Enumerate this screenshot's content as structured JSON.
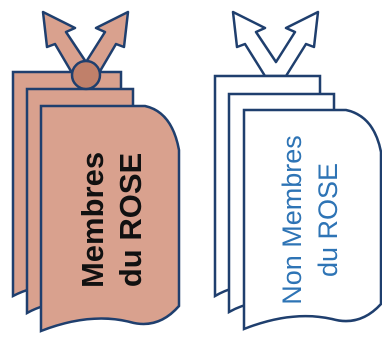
{
  "colors": {
    "outline": "#1f3f6e",
    "member_fill": "#d9a18e",
    "member_text": "#111111",
    "member_circle": "#c0806a",
    "nonmember_fill": "#ffffff",
    "nonmember_text": "#2e74b5"
  },
  "groups": [
    {
      "id": "members",
      "line1": "Membres",
      "line2": "du ROSE",
      "icon": "double-arrow-icon",
      "has_circle": true
    },
    {
      "id": "non-members",
      "line1": "Non Membres",
      "line2": "du ROSE",
      "icon": "double-arrow-icon",
      "has_circle": false
    }
  ]
}
